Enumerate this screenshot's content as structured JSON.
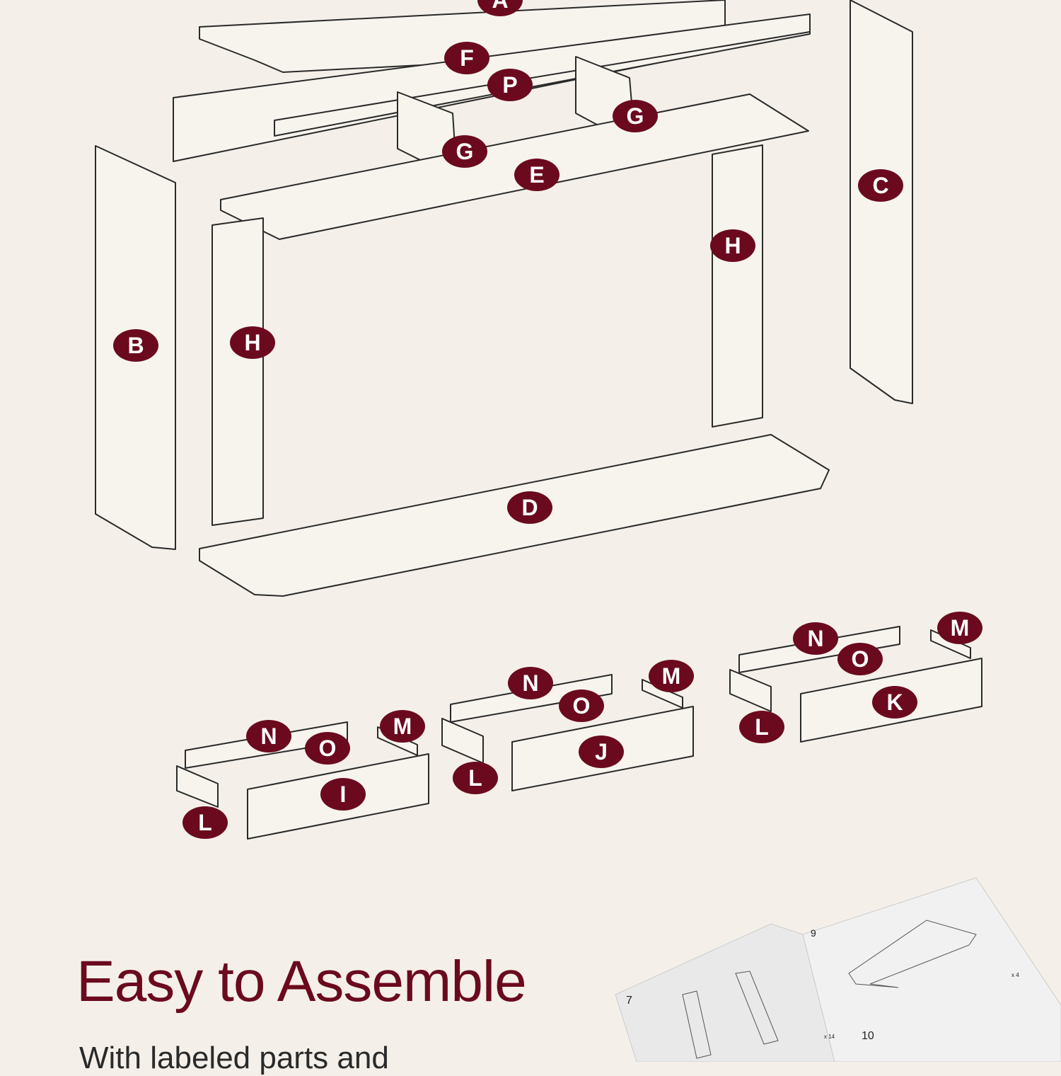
{
  "colors": {
    "background": "#f4f0e9",
    "badge": "#6b0a1e",
    "title": "#6b0a1e"
  },
  "labels": [
    "A",
    "F",
    "P",
    "G",
    "G",
    "E",
    "C",
    "H",
    "B",
    "H",
    "D",
    "N",
    "M",
    "O",
    "K",
    "L",
    "N",
    "M",
    "O",
    "J",
    "L",
    "N",
    "M",
    "O",
    "I",
    "L"
  ],
  "heading": "Easy to Assemble",
  "subheading": "With labeled parts and",
  "manual": {
    "page_numbers": [
      "7",
      "9",
      "10"
    ],
    "quantities": [
      "x 14",
      "x 4"
    ]
  }
}
